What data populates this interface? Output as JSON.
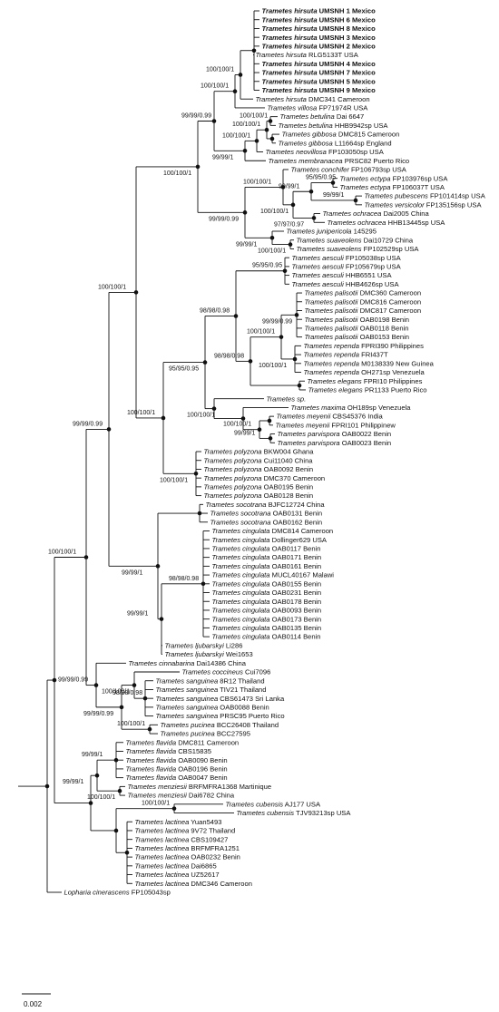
{
  "scale_label": "0.002",
  "leaves": [
    {
      "s": "Trametes hirsuta",
      "r": "UMSNH 1 Mexico",
      "b": true
    },
    {
      "s": "Trametes hirsuta",
      "r": "UMSNH 6 Mexico",
      "b": true
    },
    {
      "s": "Trametes hirsuta",
      "r": "UMSNH 8 Mexico",
      "b": true
    },
    {
      "s": "Trametes hirsuta",
      "r": "UMSNH 3 Mexico",
      "b": true
    },
    {
      "s": "Trametes hirsuta",
      "r": "UMSNH 2 Mexico",
      "b": true
    },
    {
      "s": "Trametes hirsuta",
      "r": "RLG5133T USA",
      "b": false
    },
    {
      "s": "Trametes hirsuta",
      "r": "UMSNH 4 Mexico",
      "b": true
    },
    {
      "s": "Trametes hirsuta",
      "r": "UMSNH 7 Mexico",
      "b": true
    },
    {
      "s": "Trametes hirsuta",
      "r": "UMSNH 5 Mexico",
      "b": true
    },
    {
      "s": "Trametes hirsuta",
      "r": "UMSNH 9 Mexico",
      "b": true
    },
    {
      "s": "Trametes hirsuta",
      "r": "DMC341 Cameroon",
      "b": false
    },
    {
      "s": "Trametes villosa",
      "r": "FP71974R USA",
      "b": false
    },
    {
      "s": "Trametes betulina",
      "r": "Dai 6647",
      "b": false
    },
    {
      "s": "Trametes betulina",
      "r": "HHB9942sp USA",
      "b": false
    },
    {
      "s": "Trametes gibbosa",
      "r": "DMC815 Cameroon",
      "b": false
    },
    {
      "s": "Trametes gibbosa",
      "r": "L11664sp England",
      "b": false
    },
    {
      "s": "Trametes neovillosa",
      "r": "FP103050sp USA",
      "b": false
    },
    {
      "s": "Trametes membranacea",
      "r": "PRSC82 Puerto Rico",
      "b": false
    },
    {
      "s": "Trametes conchifer",
      "r": "FP106793sp USA",
      "b": false
    },
    {
      "s": "Trametes ectypa",
      "r": "FP103976sp USA",
      "b": false
    },
    {
      "s": "Trametes ectypa",
      "r": "FP106037T USA",
      "b": false
    },
    {
      "s": "Trametes pubescens",
      "r": "FP101414sp USA",
      "b": false
    },
    {
      "s": "Trametes versicolor",
      "r": "FP135156sp USA",
      "b": false
    },
    {
      "s": "Trametes ochracea",
      "r": "Dai2005 China",
      "b": false
    },
    {
      "s": "Trametes ochracea",
      "r": "HHB13445sp USA",
      "b": false
    },
    {
      "s": "Trametes junipericola",
      "r": "145295",
      "b": false
    },
    {
      "s": "Trametes suaveolens",
      "r": "Dai10729 China",
      "b": false
    },
    {
      "s": "Trametes suaveolens",
      "r": "FP102529sp USA",
      "b": false
    },
    {
      "s": "Trametes aesculi",
      "r": "FP105038sp USA",
      "b": false
    },
    {
      "s": "Trametes aesculi",
      "r": "FP105679sp USA",
      "b": false
    },
    {
      "s": "Trametes aesculi",
      "r": "HHB6551 USA",
      "b": false
    },
    {
      "s": "Trametes aesculi",
      "r": "HHB4626sp USA",
      "b": false
    },
    {
      "s": "Trametes palisotii",
      "r": "DMC360 Cameroon",
      "b": false
    },
    {
      "s": "Trametes palisotii",
      "r": "DMC816 Cameroon",
      "b": false
    },
    {
      "s": "Trametes palisotii",
      "r": "DMC817 Cameroon",
      "b": false
    },
    {
      "s": "Trametes palisotii",
      "r": "OAB0198 Benin",
      "b": false
    },
    {
      "s": "Trametes palisotii",
      "r": "OAB0118 Benin",
      "b": false
    },
    {
      "s": "Trametes palisotii",
      "r": "OAB0153 Benin",
      "b": false
    },
    {
      "s": "Trametes rependa",
      "r": "FPRI390 Philippines",
      "b": false
    },
    {
      "s": "Trametes rependa",
      "r": "FRI437T",
      "b": false
    },
    {
      "s": "Trametes rependa",
      "r": "M0138339 New Guinea",
      "b": false
    },
    {
      "s": "Trametes rependa",
      "r": "OH271sp Venezuela",
      "b": false
    },
    {
      "s": "Trametes elegans",
      "r": "FPRI10 Philippines",
      "b": false
    },
    {
      "s": "Trametes elegans",
      "r": "PR1133 Puerto Rico",
      "b": false
    },
    {
      "s": "Trametes sp.",
      "r": "",
      "b": false
    },
    {
      "s": "Trametes maxima",
      "r": "OH189sp Venezuela",
      "b": false
    },
    {
      "s": "Trametes meyenii",
      "r": "CBS45376 India",
      "b": false
    },
    {
      "s": "Trametes meyenii",
      "r": "FPRI101 Philippinew",
      "b": false
    },
    {
      "s": "Trametes parvispora",
      "r": "OAB0022 Benin",
      "b": false
    },
    {
      "s": "Trametes parvispora",
      "r": "OAB0023 Benin",
      "b": false
    },
    {
      "s": "Trametes polyzona",
      "r": "BKW004 Ghana",
      "b": false
    },
    {
      "s": "Trametes polyzona",
      "r": "Cui11040 China",
      "b": false
    },
    {
      "s": "Trametes polyzona",
      "r": "OAB0092 Benin",
      "b": false
    },
    {
      "s": "Trametes polyzona",
      "r": "DMC370 Cameroon",
      "b": false
    },
    {
      "s": "Trametes polyzona",
      "r": "OAB0195 Benin",
      "b": false
    },
    {
      "s": "Trametes polyzona",
      "r": "OAB0128 Benin",
      "b": false
    },
    {
      "s": "Trametes socotrana",
      "r": "BJFC12724 China",
      "b": false
    },
    {
      "s": "Trametes socotrana",
      "r": "OAB0131 Benin",
      "b": false
    },
    {
      "s": "Trametes socotrana",
      "r": "OAB0162 Benin",
      "b": false
    },
    {
      "s": "Trametes cingulata",
      "r": "DMC814 Cameroon",
      "b": false
    },
    {
      "s": "Trametes cingulata",
      "r": "Dollinger629 USA",
      "b": false
    },
    {
      "s": "Trametes cingulata",
      "r": "OAB0117 Benin",
      "b": false
    },
    {
      "s": "Trametes cingulata",
      "r": "OAB0171 Benin",
      "b": false
    },
    {
      "s": "Trametes cingulata",
      "r": "OAB0161 Benin",
      "b": false
    },
    {
      "s": "Trametes cingulata",
      "r": "MUCL40167 Malawi",
      "b": false
    },
    {
      "s": "Trametes cingulata",
      "r": "OAB0155 Benin",
      "b": false
    },
    {
      "s": "Trametes cingulata",
      "r": "OAB0231 Benin",
      "b": false
    },
    {
      "s": "Trametes cingulata",
      "r": "OAB0178 Benin",
      "b": false
    },
    {
      "s": "Trametes cingulata",
      "r": "OAB0093 Benin",
      "b": false
    },
    {
      "s": "Trametes cingulata",
      "r": "OAB0173 Benin",
      "b": false
    },
    {
      "s": "Trametes cingulata",
      "r": "OAB0135 Benin",
      "b": false
    },
    {
      "s": "Trametes cingulata",
      "r": "OAB0114 Benin",
      "b": false
    },
    {
      "s": "Trametes ljubarskyi",
      "r": "Li286",
      "b": false
    },
    {
      "s": "Trametes ljubarskyi",
      "r": "Wei1653",
      "b": false
    },
    {
      "s": "Trametes cinnabarina",
      "r": "Dai14386 China",
      "b": false
    },
    {
      "s": "Trametes coccineus",
      "r": "Cui7096",
      "b": false
    },
    {
      "s": "Trametes sanguinea",
      "r": "8R12 Thailand",
      "b": false
    },
    {
      "s": "Trametes sanguinea",
      "r": "TIV21 Thailand",
      "b": false
    },
    {
      "s": "Trametes sanguinea",
      "r": "CBS61473 Sri Lanka",
      "b": false
    },
    {
      "s": "Trametes sanguinea",
      "r": "OAB0088 Benin",
      "b": false
    },
    {
      "s": "Trametes sanguinea",
      "r": "PRSC95 Puerto Rico",
      "b": false
    },
    {
      "s": "Trametes pucinea",
      "r": "BCC26408 Thailand",
      "b": false
    },
    {
      "s": "Trametes pucinea",
      "r": "BCC27595",
      "b": false
    },
    {
      "s": "Trametes flavida",
      "r": "DMC811 Cameroon",
      "b": false
    },
    {
      "s": "Trametes flavida",
      "r": "CBS15835",
      "b": false
    },
    {
      "s": "Trametes flavida",
      "r": "OAB0090 Benin",
      "b": false
    },
    {
      "s": "Trametes flavida",
      "r": "OAB0196 Benin",
      "b": false
    },
    {
      "s": "Trametes flavida",
      "r": "OAB0047 Benin",
      "b": false
    },
    {
      "s": "Trametes menziesii",
      "r": "BRFMFRA1368 Martinique",
      "b": false
    },
    {
      "s": "Trametes menziesii",
      "r": "Dai6782 China",
      "b": false
    },
    {
      "s": "Trametes cubensis",
      "r": "AJ177 USA",
      "b": false
    },
    {
      "s": "Trametes cubensis",
      "r": "TJV93213sp USA",
      "b": false
    },
    {
      "s": "Trametes lactinea",
      "r": "Yuan5493",
      "b": false
    },
    {
      "s": "Trametes lactinea",
      "r": "9V72 Thailand",
      "b": false
    },
    {
      "s": "Trametes lactinea",
      "r": "CBS109427",
      "b": false
    },
    {
      "s": "Trametes lactinea",
      "r": "BRFMFRA1251",
      "b": false
    },
    {
      "s": "Trametes lactinea",
      "r": "OAB0232 Benin",
      "b": false
    },
    {
      "s": "Trametes lactinea",
      "r": "Dai6865",
      "b": false
    },
    {
      "s": "Trametes lactinea",
      "r": "UZ52617",
      "b": false
    },
    {
      "s": "Trametes lactinea",
      "r": "DMC346 Cameroon",
      "b": false
    },
    {
      "s": "Lopharia cinerascens",
      "r": "FP105043sp",
      "b": false
    }
  ],
  "supports": [
    "100/100/1",
    "100/100/1",
    "100/100/1",
    "100/100/1",
    "100/100/1",
    "99/99/1",
    "99/99/0.99",
    "95/95/0.95",
    "99/99/1",
    "99/99/1",
    "100/100/1",
    "97/97/0.97",
    "100/100/1",
    "99/99/1",
    "100/100/1",
    "99/99/0.99",
    "100/100/1",
    "95/95/0.95",
    "99/99/0.99",
    "100/100/1",
    "100/100/1",
    "98/98/0.98",
    "98/98/0.98",
    "99/99/1",
    "100/100/1",
    "100/100/1",
    "95/95/0.95",
    "100/100/1",
    "100/100/1",
    "100/100/1",
    "98/98/0.98",
    "99/99/1",
    "99/99/1",
    "99/99/0.99",
    "98/98/0.98",
    "100/100/1",
    "100/100/1",
    "99/99/0.99",
    "99/99/0.99",
    "100/100/1",
    "99/99/1",
    "100/100/1",
    "99/99/1",
    "100/100/1"
  ]
}
